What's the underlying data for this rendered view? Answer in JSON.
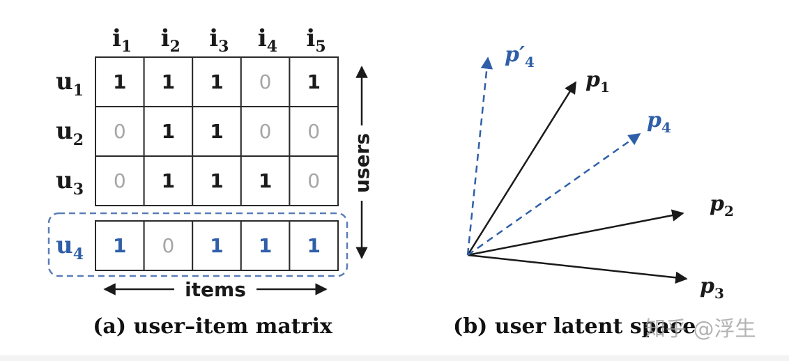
{
  "matrix": {
    "column_headers": [
      {
        "base": "i",
        "sub": "1"
      },
      {
        "base": "i",
        "sub": "2"
      },
      {
        "base": "i",
        "sub": "3"
      },
      {
        "base": "i",
        "sub": "4"
      },
      {
        "base": "i",
        "sub": "5"
      }
    ],
    "rows": [
      {
        "base": "u",
        "sub": "1",
        "highlighted": false,
        "values": [
          "1",
          "1",
          "1",
          "0",
          "1"
        ]
      },
      {
        "base": "u",
        "sub": "2",
        "highlighted": false,
        "values": [
          "0",
          "1",
          "1",
          "0",
          "0"
        ]
      },
      {
        "base": "u",
        "sub": "3",
        "highlighted": false,
        "values": [
          "0",
          "1",
          "1",
          "1",
          "0"
        ]
      },
      {
        "base": "u",
        "sub": "4",
        "highlighted": true,
        "values": [
          "1",
          "0",
          "1",
          "1",
          "1"
        ]
      }
    ],
    "users_axis_label": "users",
    "items_axis_label": "items",
    "caption": "(a) user–item matrix"
  },
  "latent_space": {
    "vectors": [
      {
        "id": "p1",
        "base": "p",
        "sub": "1",
        "prime": false,
        "style": "solid",
        "color": "#1a1a1a"
      },
      {
        "id": "p2",
        "base": "p",
        "sub": "2",
        "prime": false,
        "style": "solid",
        "color": "#1a1a1a"
      },
      {
        "id": "p3",
        "base": "p",
        "sub": "3",
        "prime": false,
        "style": "solid",
        "color": "#1a1a1a"
      },
      {
        "id": "p4",
        "base": "p",
        "sub": "4",
        "prime": false,
        "style": "dashed",
        "color": "#2f5fa8"
      },
      {
        "id": "p4prime",
        "base": "p",
        "sub": "4",
        "prime": true,
        "style": "dashed",
        "color": "#2f5fa8"
      }
    ],
    "caption": "(b) user latent space"
  },
  "colors": {
    "highlight_blue": "#2f5fa8",
    "ink": "#1a1a1a",
    "zero_gray": "#a6a6a6"
  },
  "watermark": "知乎 @浮生"
}
